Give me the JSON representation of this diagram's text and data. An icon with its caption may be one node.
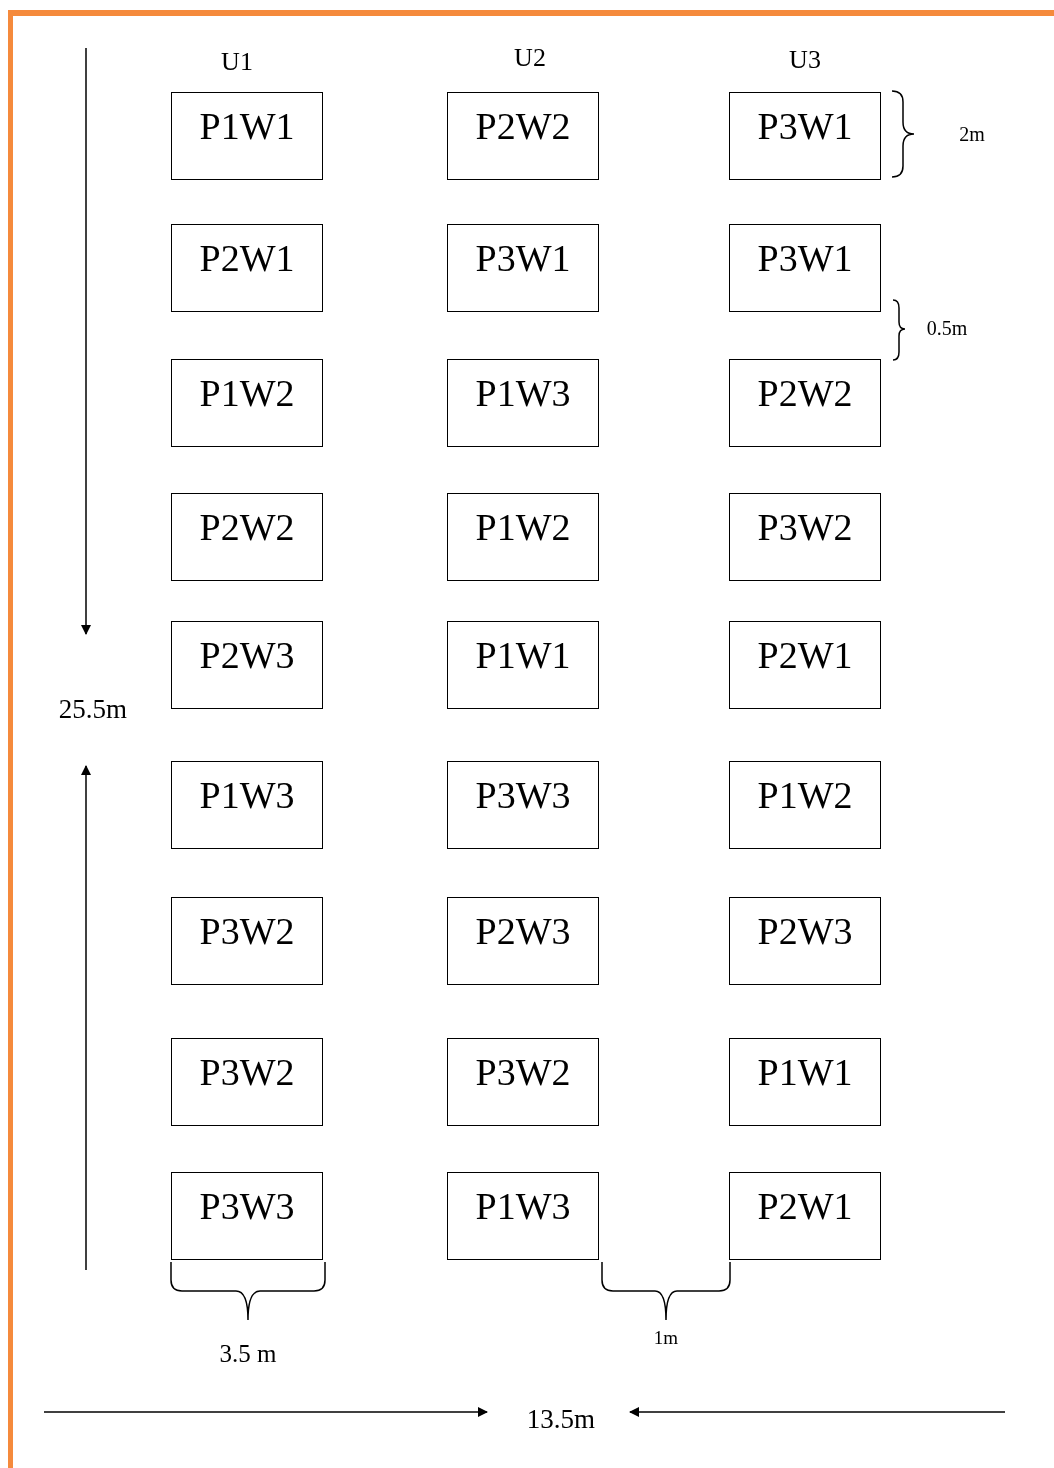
{
  "diagram": {
    "nodes": [
      {
        "text": [
          "P1W1"
        ]
      },
      {
        "text": [
          "P2W2"
        ]
      },
      {
        "text": [
          "P3W1"
        ]
      },
      {
        "text": [
          "P2W1"
        ]
      },
      {
        "text": [
          "P3W1"
        ]
      },
      {
        "text": [
          "P3W1"
        ]
      },
      {
        "text": [
          "P1W2"
        ]
      },
      {
        "text": [
          "P1W3"
        ]
      },
      {
        "text": [
          "P2W2"
        ]
      },
      {
        "text": [
          "P2W2"
        ]
      },
      {
        "text": [
          "P1W2"
        ]
      },
      {
        "text": [
          "P3W2"
        ]
      },
      {
        "text": [
          "P2W3"
        ]
      },
      {
        "text": [
          "P1W1"
        ]
      },
      {
        "text": [
          "P2W1"
        ]
      },
      {
        "text": [
          "P1W3"
        ]
      },
      {
        "text": [
          "P3W3"
        ]
      },
      {
        "text": [
          "P1W2"
        ]
      },
      {
        "text": [
          "P3W2"
        ]
      },
      {
        "text": [
          "P2W3"
        ]
      },
      {
        "text": [
          "P2W3"
        ]
      },
      {
        "text": [
          "P3W2"
        ]
      },
      {
        "text": [
          "P3W2"
        ]
      },
      {
        "text": [
          "P1W1"
        ]
      },
      {
        "text": [
          "P3W3"
        ]
      },
      {
        "text": [
          "P1W3"
        ]
      },
      {
        "text": [
          "P2W1"
        ]
      }
    ],
    "labels": [
      "U1",
      "U2",
      "U3",
      "2m",
      "0.5m",
      "25.5m",
      "3.5 m",
      "1m",
      "13.5m"
    ]
  }
}
